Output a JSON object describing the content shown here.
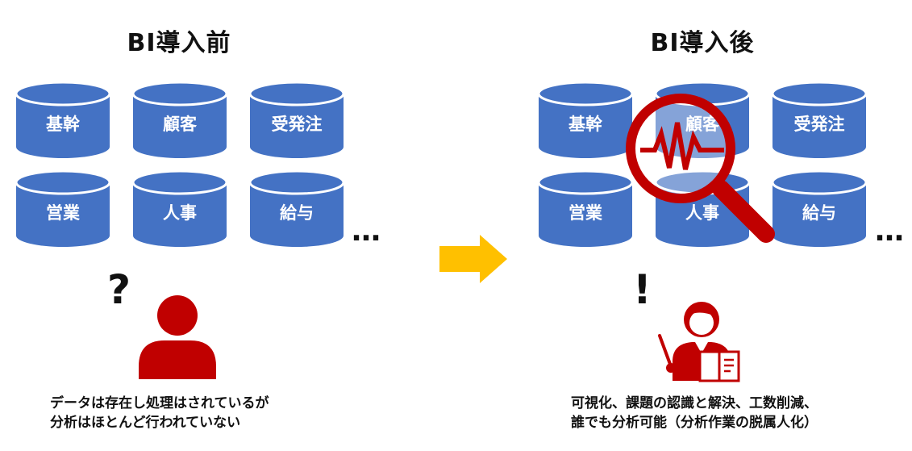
{
  "before": {
    "title": "BI導入前",
    "databases": [
      "基幹",
      "顧客",
      "受発注",
      "営業",
      "人事",
      "給与"
    ],
    "more": "…",
    "mark": "?",
    "caption_line1": "データは存在し処理はされているが",
    "caption_line2": "分析はほとんど行われていない"
  },
  "after": {
    "title": "BI導入後",
    "databases": [
      "基幹",
      "顧客",
      "受発注",
      "営業",
      "人事",
      "給与"
    ],
    "more": "…",
    "mark": "!",
    "caption_line1": "可視化、課題の認識と解決、工数削減、",
    "caption_line2": "誰でも分析可能（分析作業の脱属人化）"
  },
  "colors": {
    "cylinder": "#4472c4",
    "accent_red": "#c00000",
    "arrow": "#ffc000"
  },
  "icons": {
    "user": "person-icon",
    "teacher": "presenter-icon",
    "magnifier": "magnifier-chart-icon",
    "arrow": "right-arrow-icon"
  }
}
